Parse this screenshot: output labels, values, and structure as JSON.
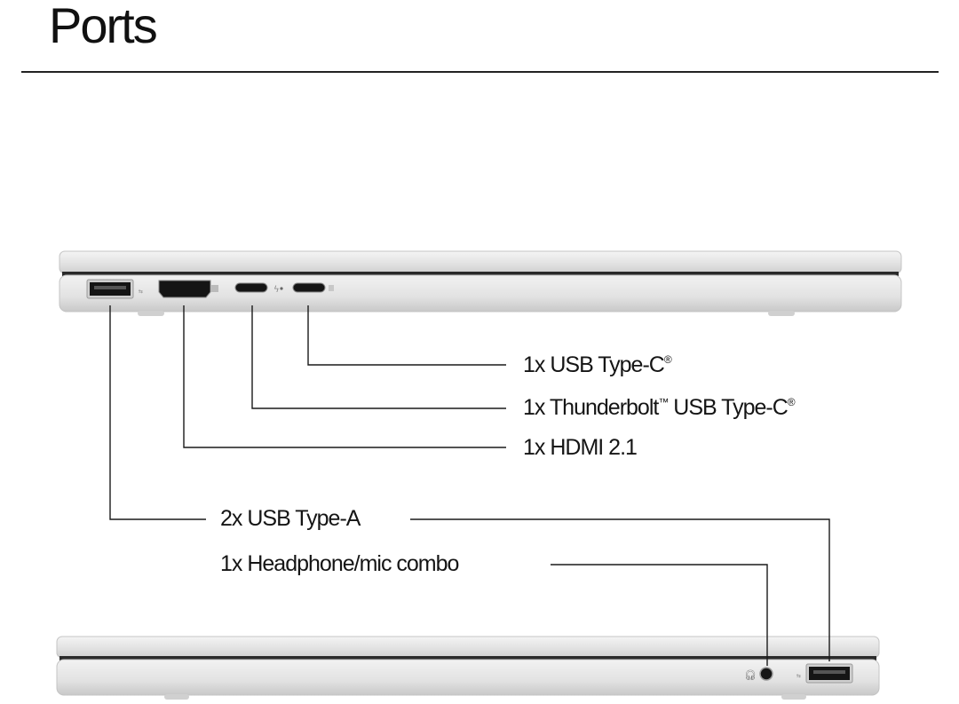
{
  "title": "Ports",
  "ports": [
    {
      "id": "usb-c",
      "label": "1x USB Type-C",
      "mark": "®"
    },
    {
      "id": "thunderbolt",
      "label": "1x Thunderbolt",
      "mark": "™",
      "label_after": " USB Type-C",
      "mark_after": "®"
    },
    {
      "id": "hdmi",
      "label": "1x HDMI 2.1"
    },
    {
      "id": "usb-a",
      "label": "2x USB Type-A"
    },
    {
      "id": "audio",
      "label": "1x Headphone/mic combo"
    }
  ],
  "colors": {
    "chassis_light": "#e9e9e9",
    "chassis_mid": "#d6d6d6",
    "chassis_dark": "#2a2a2a",
    "port_fill": "#151515"
  }
}
